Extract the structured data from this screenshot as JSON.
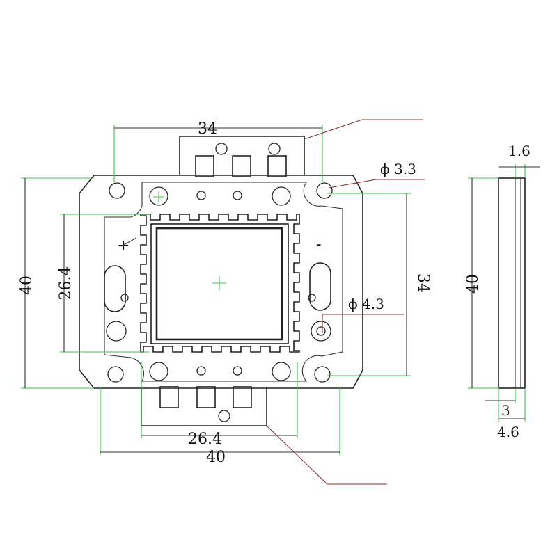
{
  "dimensions": {
    "top_width": "34",
    "right_height": "34",
    "left_height": "40",
    "left_inner": "26.4",
    "bottom_inner": "26.4",
    "bottom_outer": "40",
    "hole_small": "ϕ 3.3",
    "hole_large": "ϕ 4.3",
    "side_thickness": "1.6",
    "side_height": "40",
    "side_base": "3",
    "side_total": "4.6"
  },
  "polarity": {
    "plus": "+",
    "minus": "-"
  },
  "colors": {
    "outline": "#222222",
    "dimension_line": "#3cc34a",
    "leader_line": "#8a3030"
  }
}
